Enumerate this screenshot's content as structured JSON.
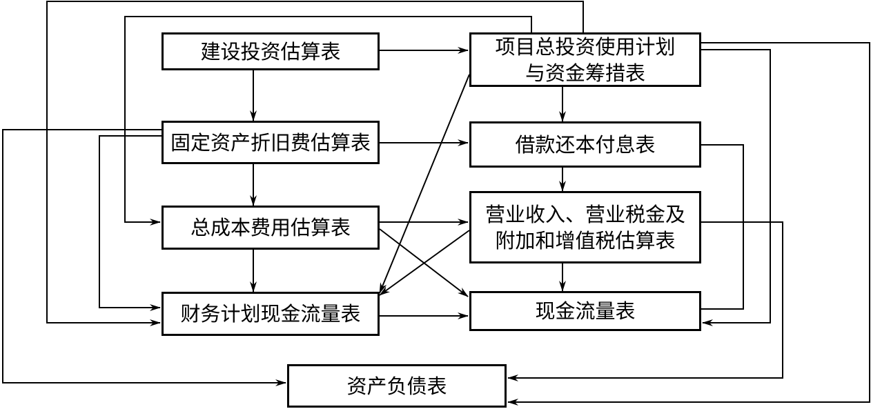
{
  "boxes": {
    "construction_invest": "建设投资估算表",
    "fixed_asset_depr": "固定资产折旧费估算表",
    "total_cost": "总成本费用估算表",
    "financial_cashflow": "财务计划现金流量表",
    "total_invest_plan": "项目总投资使用计划\n与资金筹措表",
    "loan_repay": "借款还本付息表",
    "revenue_tax": "营业收入、营业税金及\n附加和增值税估算表",
    "cashflow": "现金流量表",
    "balance_sheet": "资产负债表"
  },
  "colors": {
    "line": "#000000",
    "background": "#ffffff"
  }
}
